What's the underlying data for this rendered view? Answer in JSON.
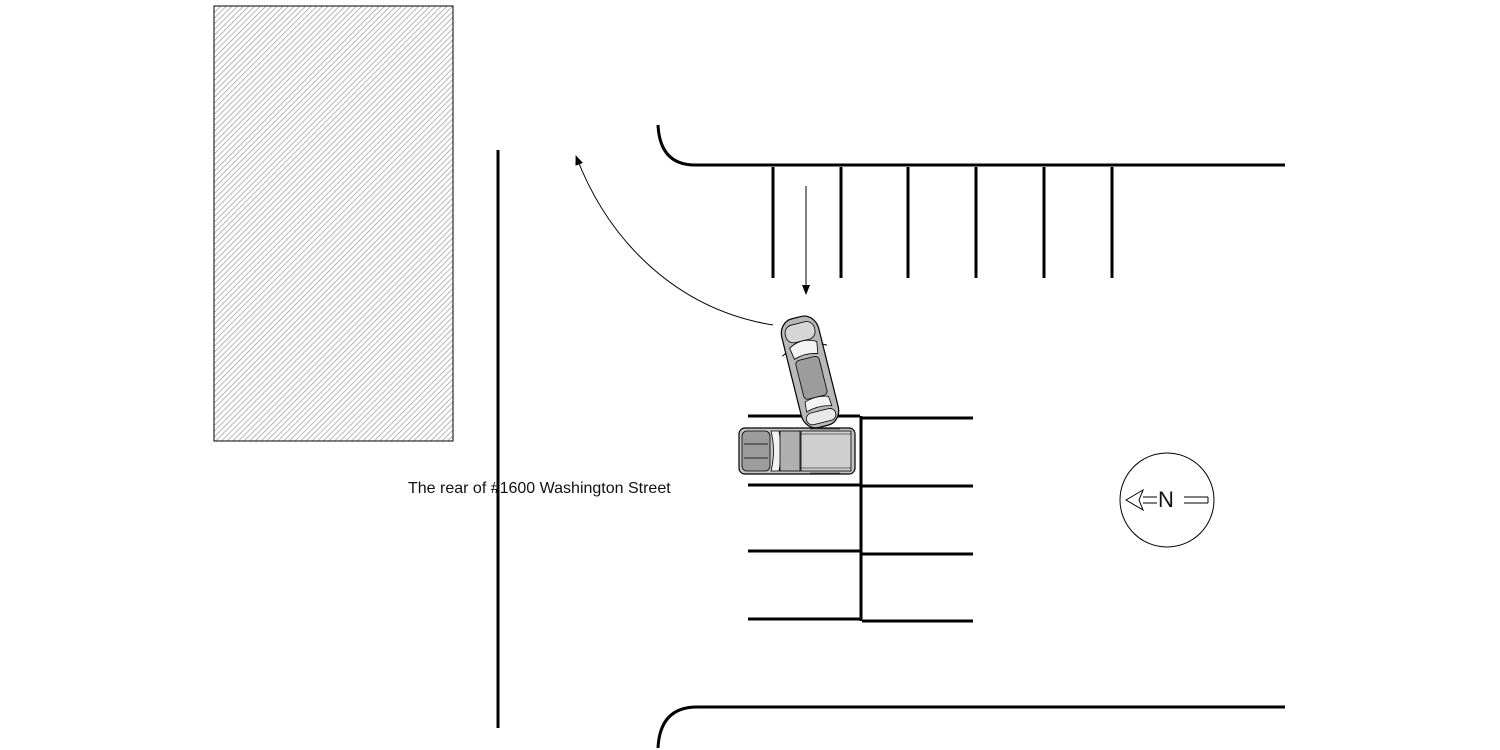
{
  "labels": {
    "street": "The rear of #1600 Washington Street"
  },
  "compass": {
    "letter": "N",
    "icon": "north-arrow-icon"
  },
  "vehicles": [
    {
      "name": "sedan",
      "icon": "car-icon",
      "body_color": "#b8b8b8"
    },
    {
      "name": "pickup-truck",
      "icon": "truck-icon",
      "body_color": "#c4c4c4"
    }
  ],
  "colors": {
    "line": "#000000",
    "building_hatch": "#9a9a9a"
  }
}
